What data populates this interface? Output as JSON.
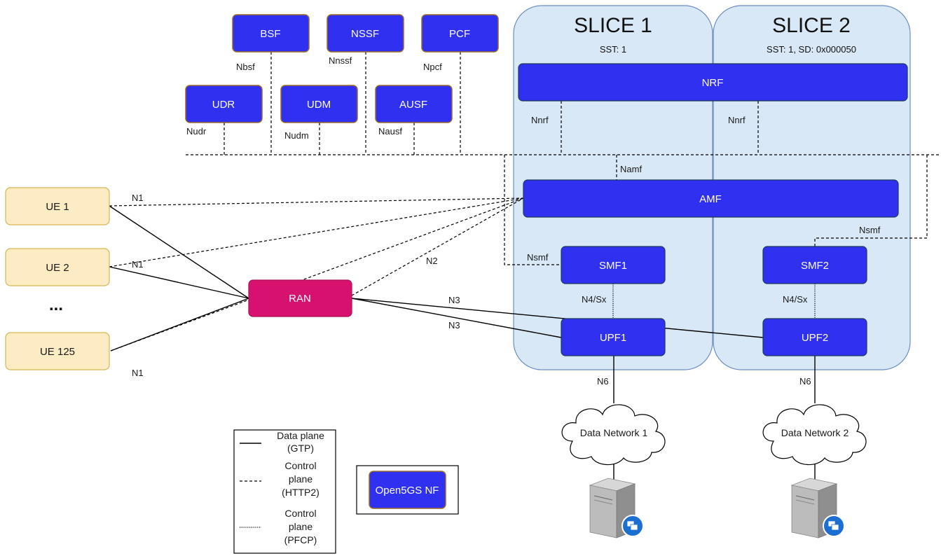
{
  "slices": {
    "slice1": {
      "title": "SLICE 1",
      "subtitle": "SST: 1"
    },
    "slice2": {
      "title": "SLICE 2",
      "subtitle": "SST: 1, SD: 0x000050"
    }
  },
  "nfs": {
    "bsf": "BSF",
    "nssf": "NSSF",
    "pcf": "PCF",
    "udr": "UDR",
    "udm": "UDM",
    "ausf": "AUSF",
    "nrf": "NRF",
    "amf": "AMF",
    "smf1": "SMF1",
    "smf2": "SMF2",
    "upf1": "UPF1",
    "upf2": "UPF2",
    "ran": "RAN"
  },
  "ues": {
    "ue1": "UE 1",
    "ue2": "UE 2",
    "ue125": "UE 125",
    "ellipsis": "..."
  },
  "interfaces": {
    "nbsf": "Nbsf",
    "nnssf": "Nnssf",
    "npcf": "Npcf",
    "nudr": "Nudr",
    "nudm": "Nudm",
    "nausf": "Nausf",
    "nnrf_1": "Nnrf",
    "nnrf_2": "Nnrf",
    "namf": "Namf",
    "nsmf_1": "Nsmf",
    "nsmf_2": "Nsmf",
    "n1_a": "N1",
    "n1_b": "N1",
    "n1_c": "N1",
    "n2": "N2",
    "n3_a": "N3",
    "n3_b": "N3",
    "n4_1": "N4/Sx",
    "n4_2": "N4/Sx",
    "n6_1": "N6",
    "n6_2": "N6"
  },
  "networks": {
    "dn1": "Data Network 1",
    "dn2": "Data Network 2"
  },
  "legend": {
    "data_plane": [
      "Data plane",
      "(GTP)"
    ],
    "control_http2": [
      "Control",
      "plane",
      "(HTTP2)"
    ],
    "control_pfcp": [
      "Control",
      "plane",
      "(PFCP)"
    ],
    "nf_label": "Open5GS NF"
  },
  "colors": {
    "nf_fill": "#3030f0",
    "nf_border": "#9a6a2a",
    "ran_fill": "#d6126e",
    "ue_fill": "#fdebc4",
    "ue_border": "#d6b656",
    "slice_fill": "#d9e8f7",
    "slice_border": "#6c8ebf"
  }
}
